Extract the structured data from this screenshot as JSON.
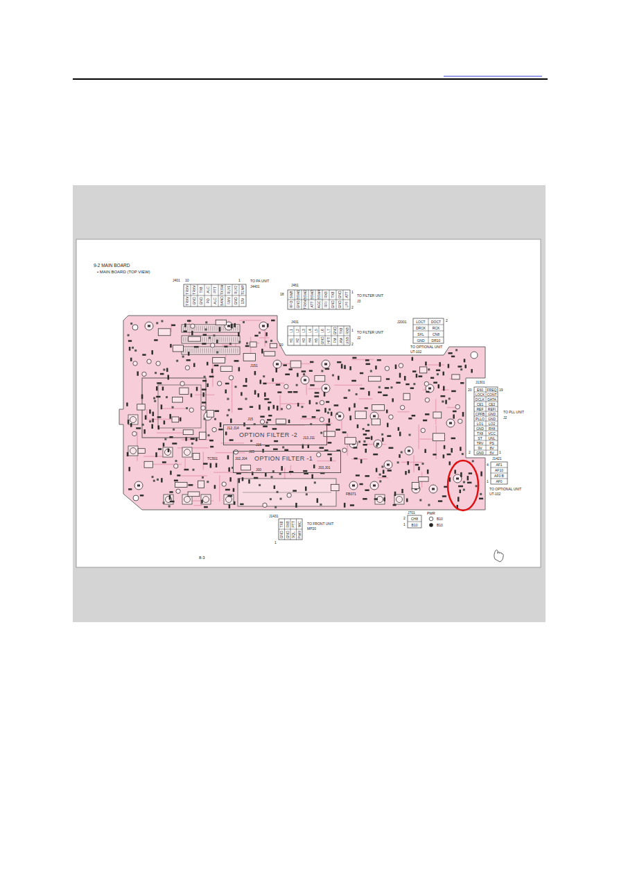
{
  "diagram": {
    "title": "9-2 MAIN BOARD",
    "nodes": [
      {
        "text": [
          "OPTION FILTER -2"
        ]
      },
      {
        "text": [
          "OPTION FILTER -1"
        ]
      }
    ],
    "labels": [
      "• MAIN BOARD (TOP VIEW)",
      "J401",
      "10",
      "1",
      "TRXV",
      "TRXV",
      "TX8",
      "ALC",
      "PTT",
      "TXSW",
      "RLY1",
      "RLY2",
      "TEMP",
      "TRXV",
      "GND",
      "GND",
      "PO",
      "ALC",
      "BAND",
      "FAN",
      "GND",
      "13V",
      "TO PA UNIT",
      "J4401",
      "J461",
      "18",
      "1",
      "2",
      "SW8",
      "BSW1",
      "BSW2",
      "BSW3",
      "BSW4",
      "RX8",
      "TX8",
      "GND",
      "ATT",
      "RFO",
      "GND",
      "TRXV",
      "ATT",
      "AGC",
      "RFI",
      "GND",
      "GND",
      "LPF",
      "TO FILTER UNIT",
      "J3",
      "J431",
      "1",
      "20",
      "2",
      "L1",
      "L2",
      "L3",
      "L4",
      "L5",
      "L6",
      "L7",
      "GND",
      "TX8",
      "RX8",
      "H1",
      "H2",
      "H3",
      "H4",
      "H5",
      "GND",
      "HFT",
      "FM",
      "AM",
      "USB",
      "TO FILTER UNIT",
      "J2",
      "J2001",
      "2",
      "LOCT",
      "DOCT",
      "DRCK",
      "RCK",
      "SXL",
      "CN8",
      "GND",
      "DR10",
      "TO OPTIONAL UNIT",
      "UT-102",
      "J1301",
      "20",
      "19",
      "2",
      "1",
      "E60",
      "FREQ",
      "LOCK",
      "CONT",
      "DCLK",
      "DATA",
      "CE1",
      "CE2",
      "REF",
      "REFI",
      "CPFB",
      "GND",
      "PLLO",
      "GND",
      "LO1",
      "LO2",
      "GND",
      "RX8",
      "TX8",
      "VCC",
      "ST",
      "UNL",
      "TRV",
      "PS",
      "9V",
      "8V",
      "GND",
      "5V",
      "TO PLL UNIT",
      "J2",
      "J1421",
      "4",
      "1",
      "AF1",
      "AF10",
      "AF0 B",
      "AF0",
      "TO OPTIONAL UNIT",
      "UT-102",
      "J1431",
      "1",
      "TX8",
      "RX8",
      "PTT",
      "MIC",
      "GND",
      "GND",
      "SQL",
      "PWR",
      "TO FRONT UNIT",
      "MP20",
      "J701",
      "2",
      "1",
      "CH8",
      "B10",
      "PWR",
      "B10",
      "B10",
      "J15",
      "J12,J14",
      "J13,J11",
      "J16",
      "J05",
      "J02,J04",
      "J03,J01",
      "J00",
      "FB071",
      "J151",
      "TC501",
      "8-3"
    ]
  }
}
